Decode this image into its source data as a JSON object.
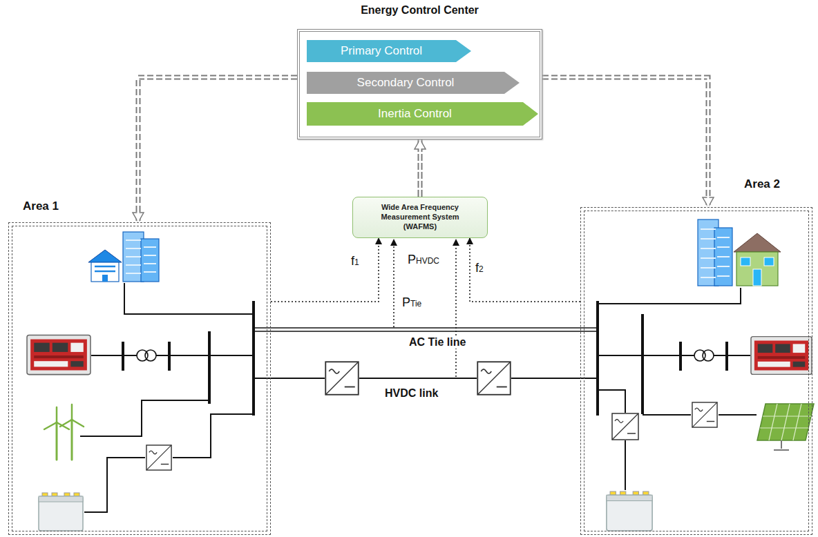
{
  "diagram": {
    "nodes": [
      {
        "text": [
          "Energy Control Center"
        ]
      },
      {
        "text": [
          "Primary Control"
        ],
        "in": 0
      },
      {
        "text": [
          "Secondary Control"
        ],
        "in": 0
      },
      {
        "text": [
          "Inertia Control"
        ],
        "in": 0
      },
      {
        "text": [
          "Wide Area Frequency Measurement System (WAFMS)"
        ]
      },
      {
        "text": [
          "Area 1"
        ]
      },
      {
        "text": [
          "Area 2"
        ]
      }
    ],
    "edges": [
      {
        "from": 0,
        "to": 5,
        "arrow": "to"
      },
      {
        "from": 0,
        "to": 6,
        "arrow": "to"
      },
      {
        "from": 4,
        "to": 0,
        "arrow": "to"
      },
      {
        "from": 5,
        "to": 4,
        "arrow": "to",
        "label": "f1"
      },
      {
        "from": 6,
        "to": 4,
        "arrow": "to",
        "label": "f2"
      }
    ],
    "labels": [
      "PTie",
      "PHVDC",
      "AC Tie line",
      "HVDC link"
    ]
  }
}
